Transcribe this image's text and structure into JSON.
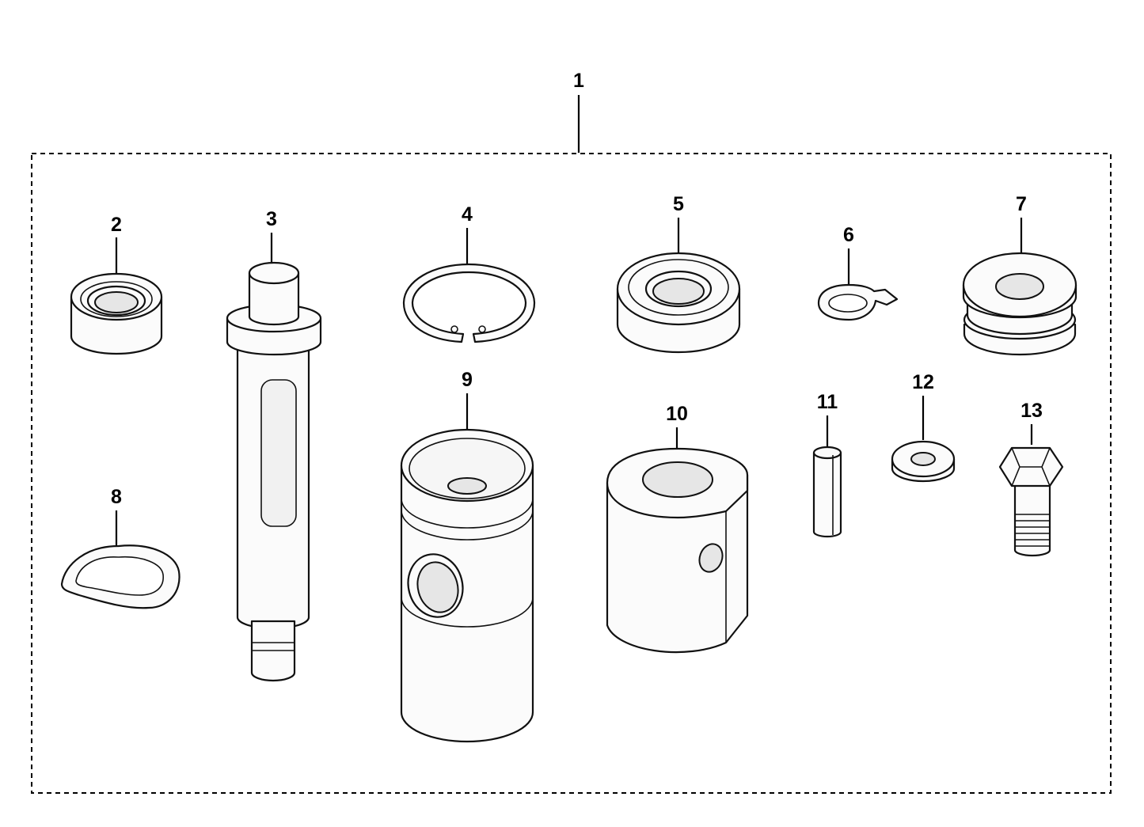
{
  "diagram": {
    "kit_label": "1",
    "parts": [
      {
        "id": "p2",
        "callout": "2",
        "icon": "ball-bearing-small"
      },
      {
        "id": "p3",
        "callout": "3",
        "icon": "shaft"
      },
      {
        "id": "p4",
        "callout": "4",
        "icon": "retaining-ring"
      },
      {
        "id": "p5",
        "callout": "5",
        "icon": "ball-bearing-large"
      },
      {
        "id": "p6",
        "callout": "6",
        "icon": "lock-washer"
      },
      {
        "id": "p7",
        "callout": "7",
        "icon": "grooved-bushing"
      },
      {
        "id": "p8",
        "callout": "8",
        "icon": "wave-washer"
      },
      {
        "id": "p9",
        "callout": "9",
        "icon": "cylinder-sleeve"
      },
      {
        "id": "p10",
        "callout": "10",
        "icon": "eccentric-block"
      },
      {
        "id": "p11",
        "callout": "11",
        "icon": "roll-pin"
      },
      {
        "id": "p12",
        "callout": "12",
        "icon": "flat-washer"
      },
      {
        "id": "p13",
        "callout": "13",
        "icon": "hex-bolt"
      }
    ]
  }
}
